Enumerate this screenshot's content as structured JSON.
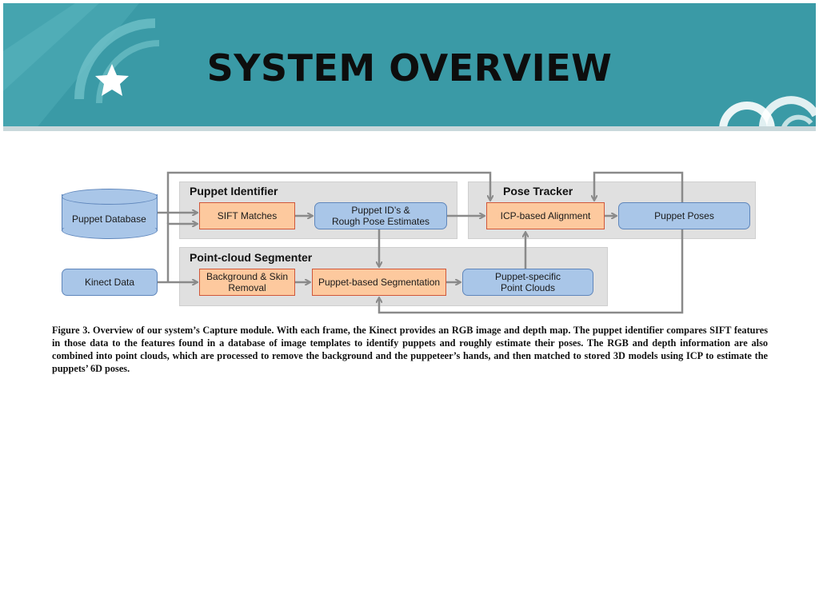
{
  "slide": {
    "title": "SYSTEM OVERVIEW"
  },
  "diagram": {
    "panels": {
      "puppet_identifier": "Puppet Identifier",
      "pose_tracker": "Pose Tracker",
      "segmenter": "Point-cloud Segmenter"
    },
    "nodes": {
      "puppet_database": "Puppet Database",
      "kinect_data": "Kinect Data",
      "sift_matches": "SIFT Matches",
      "puppet_ids": "Puppet ID’s &\nRough Pose Estimates",
      "icp_alignment": "ICP-based Alignment",
      "puppet_poses": "Puppet Poses",
      "background_removal": "Background & Skin\nRemoval",
      "puppet_segmentation": "Puppet-based Segmentation",
      "point_clouds": "Puppet-specific\nPoint Clouds"
    },
    "colors": {
      "panel": "#e0e0e0",
      "process_node": "#fdc99e",
      "data_node": "#a9c6e8",
      "arrow": "#8a8a8a",
      "banner": "#3a9aa6"
    }
  },
  "caption": "Figure 3. Overview of our system’s Capture module. With each frame, the Kinect provides an RGB image and depth map. The puppet identifier compares SIFT features in those data to the features found in a database of image templates to identify puppets and roughly estimate their poses. The RGB and depth information are also combined into point clouds, which are processed to remove the background and the puppeteer’s hands, and then matched to stored 3D models using ICP to estimate the puppets’ 6D poses."
}
